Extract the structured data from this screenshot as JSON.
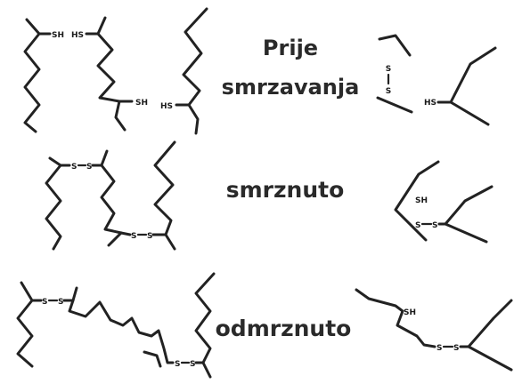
{
  "diagram": {
    "stages": [
      {
        "label_lines": [
          "Prije",
          "smrzavanja"
        ]
      },
      {
        "label_lines": [
          "smrznuto"
        ]
      },
      {
        "label_lines": [
          "odmrznuto"
        ]
      }
    ],
    "group_labels": {
      "thiol": "SH",
      "thiol_left": "HS",
      "sulfur": "S"
    },
    "colors": {
      "line": "#222222",
      "text": "#2a2a2a",
      "background": "#ffffff"
    }
  }
}
